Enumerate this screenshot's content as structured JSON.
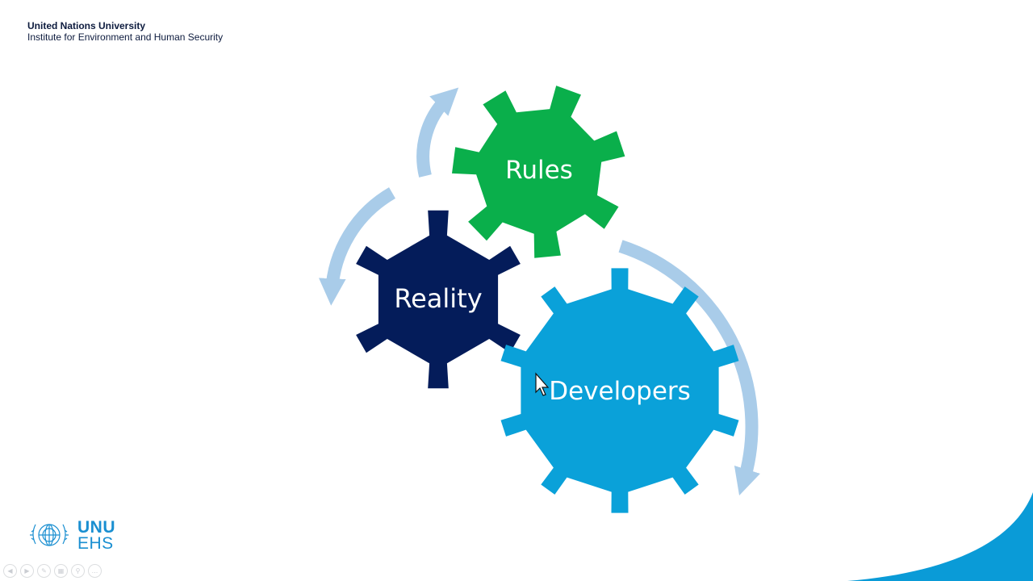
{
  "header": {
    "organization": "United Nations University",
    "institute": "Institute for Environment and Human Security"
  },
  "diagram": {
    "gears": [
      {
        "label": "Rules",
        "color": "#0aaf4b"
      },
      {
        "label": "Reality",
        "color": "#041c5a"
      },
      {
        "label": "Developers",
        "color": "#0aa1d9"
      }
    ],
    "arrow_color": "#a9cce9"
  },
  "logo": {
    "line1": "UNU",
    "line2": "EHS",
    "icon": "un-emblem-icon"
  },
  "toolbar": {
    "icons": [
      "previous-slide-icon",
      "next-slide-icon",
      "pen-icon",
      "slides-grid-icon",
      "zoom-icon",
      "more-options-icon"
    ],
    "more_label": "..."
  },
  "corner_color": "#0a9bd7"
}
